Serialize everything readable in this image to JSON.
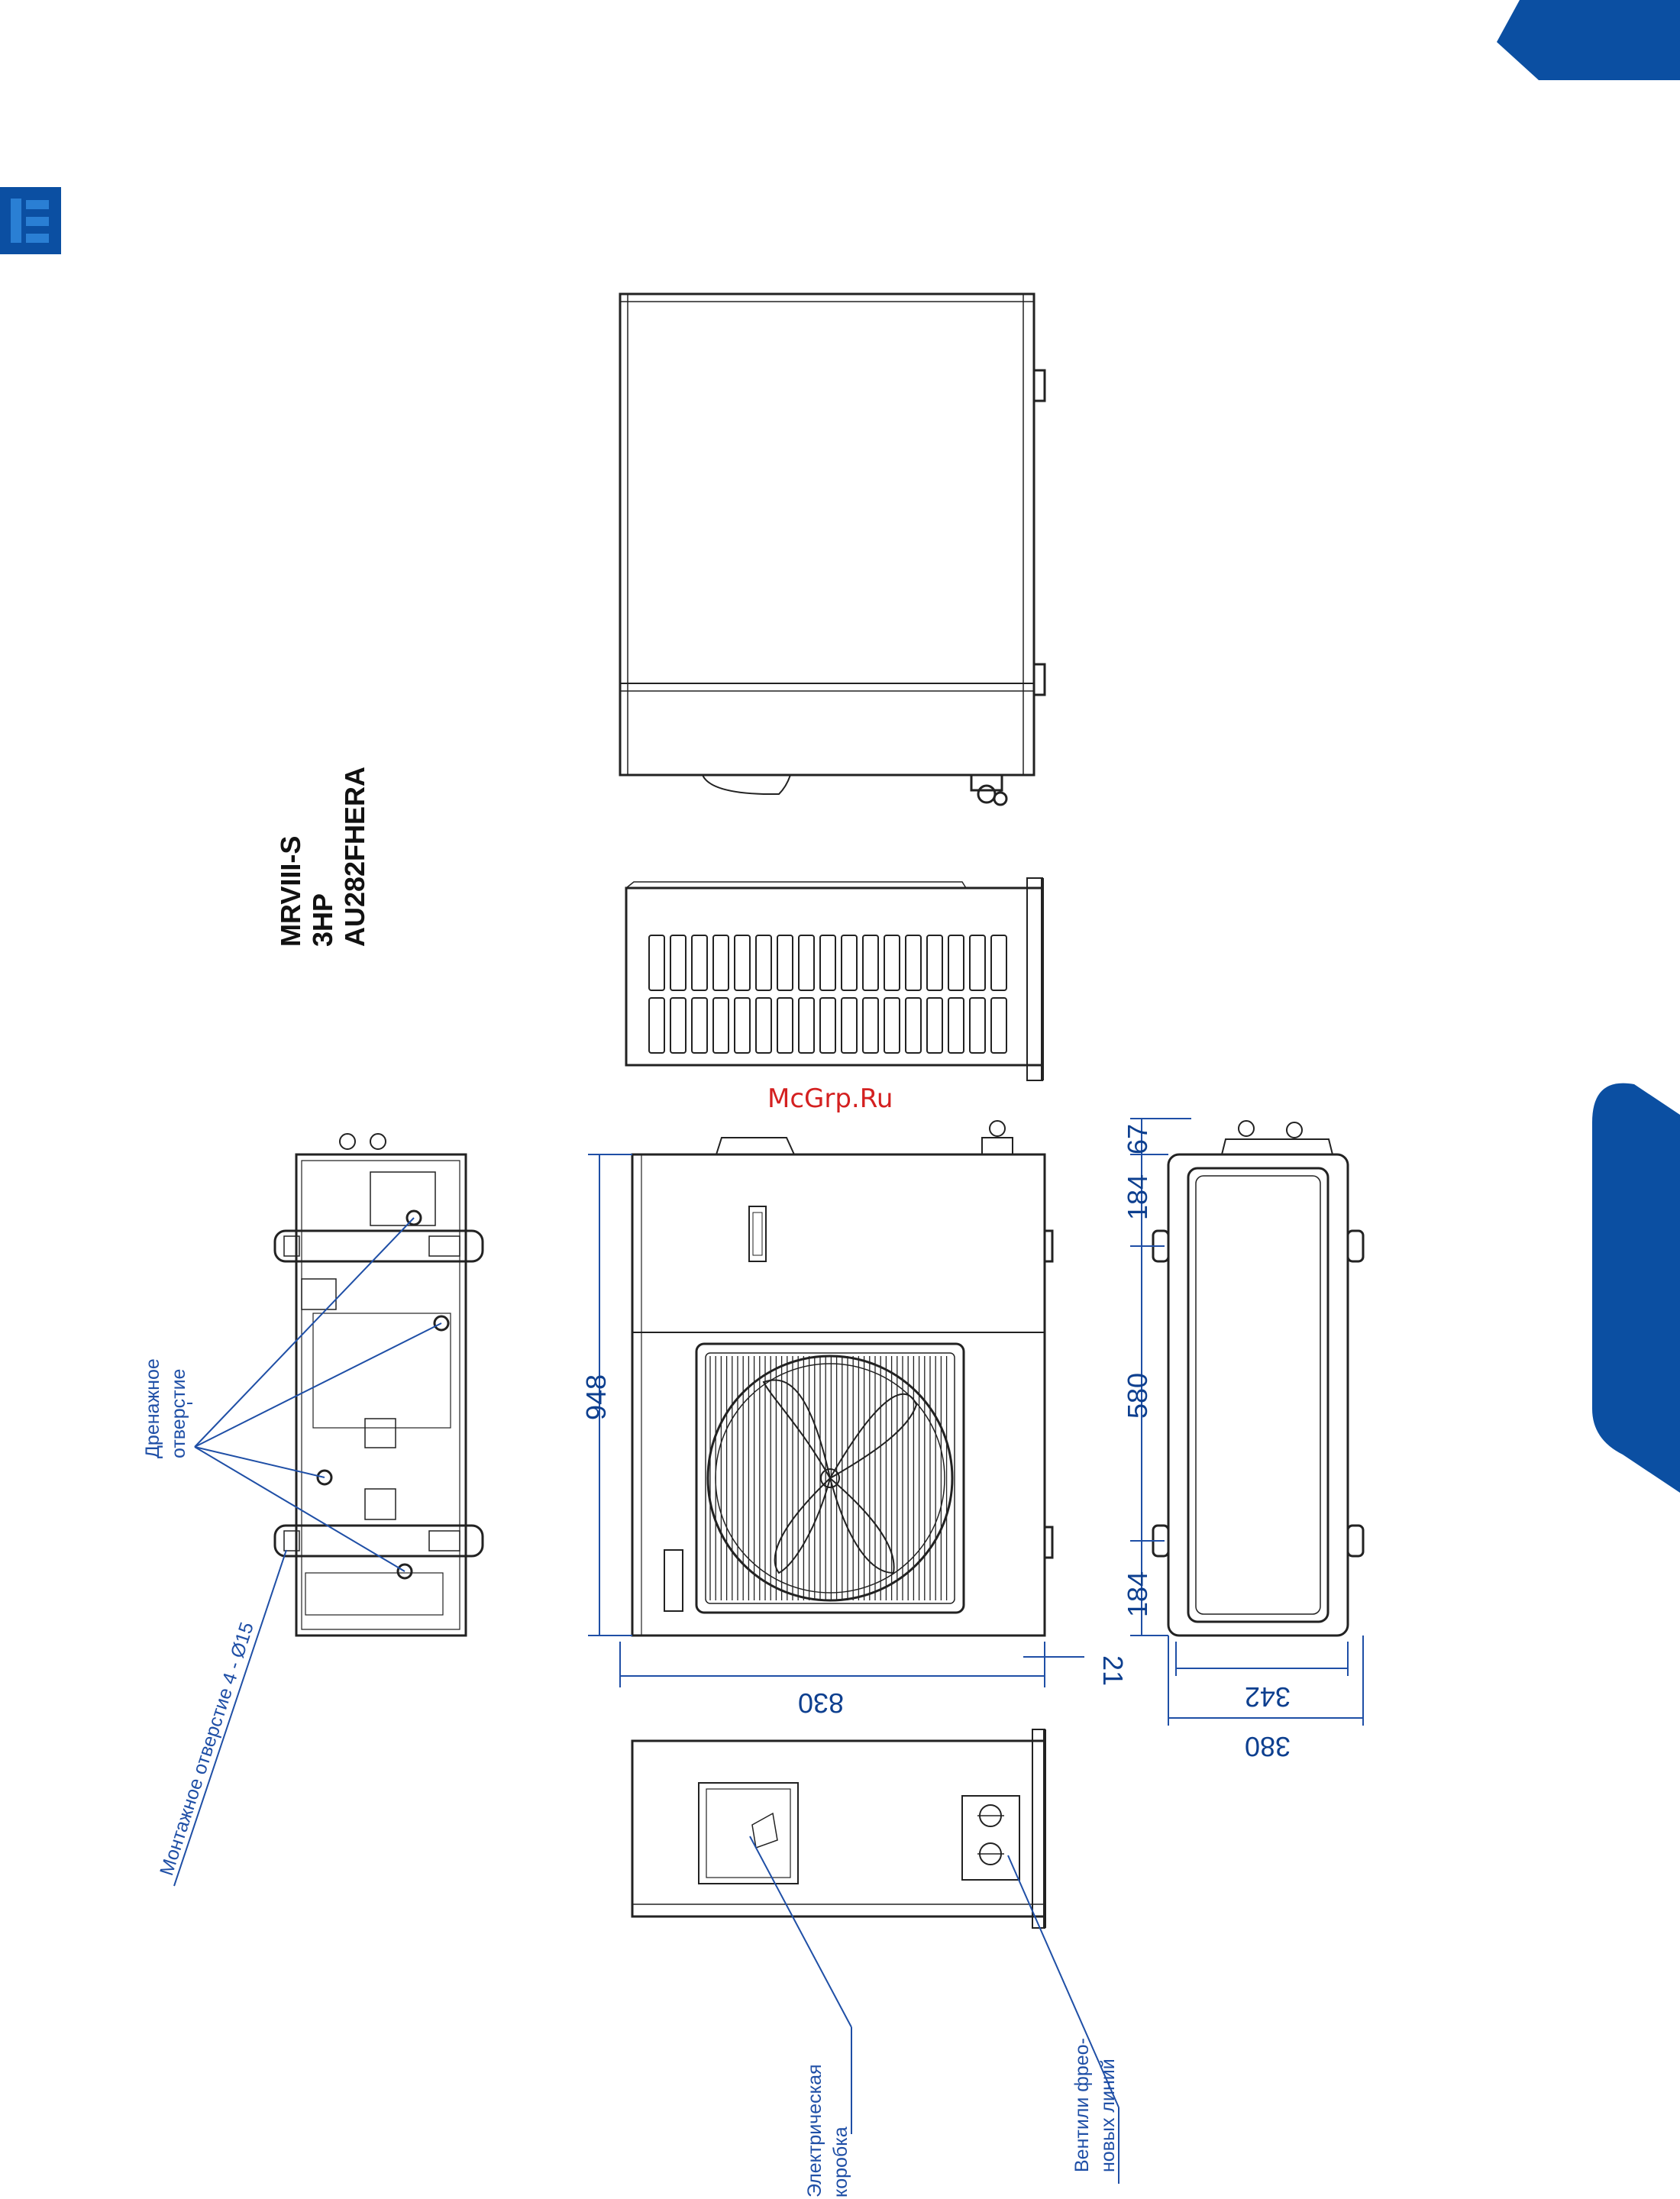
{
  "model": {
    "series": "MRVIII-S",
    "capacity": "3HP",
    "code": "AU282FHERA"
  },
  "watermark": "McGrp.Ru",
  "dimensions": {
    "height": "948",
    "width": "830",
    "offset": "21",
    "top_offset": "67",
    "seg_top": "184",
    "seg_mid": "580",
    "seg_bottom": "184",
    "inner_depth": "342",
    "outer_depth": "380"
  },
  "annotations": {
    "drain_line1": "Дренажное",
    "drain_line2": "отверстие",
    "mounting_hole": "Монтажное отверстие 4 - Ø15",
    "electrical_box_line1": "Электрическая",
    "electrical_box_line2": "коробка",
    "valves_line1": "Вентили фрео-",
    "valves_line2": "новых линий"
  },
  "colors": {
    "accent": "#0b4fa2",
    "dimension": "#0d3f8f",
    "outline": "#222222"
  }
}
